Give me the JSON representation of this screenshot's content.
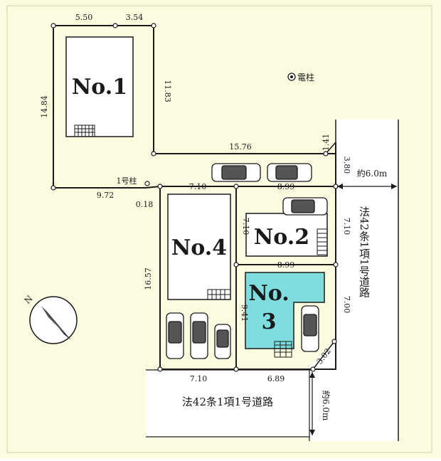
{
  "colors": {
    "background": "#fbfbe0",
    "line": "#1a1a1a",
    "house_fill": "#ffffff",
    "highlight_fill": "#7fdde0",
    "road_fill": "#ffffff"
  },
  "houses": [
    {
      "id": "no1",
      "label": "No.1",
      "highlighted": false
    },
    {
      "id": "no2",
      "label": "No.2",
      "highlighted": false
    },
    {
      "id": "no3",
      "label_line1": "No.",
      "label_line2": "3",
      "highlighted": true
    },
    {
      "id": "no4",
      "label": "No.4",
      "highlighted": false
    }
  ],
  "dimensions": {
    "top_a": "5.50",
    "top_b": "3.54",
    "left_no1": "14.84",
    "right_no1": "11.83",
    "mid_top": "15.76",
    "corner_top": "1.41",
    "corner_right": "3.80",
    "bottom_left": "9.72",
    "offset": "0.18",
    "no4_top": "7.10",
    "no2_top": "8.99",
    "no2_left": "7.10",
    "no2_right": "7.10",
    "no3_top": "8.99",
    "no3_left": "9.41",
    "no3_right": "7.00",
    "corner_bottom": "3.02",
    "no4_left": "16.57",
    "bottom_no4": "7.10",
    "bottom_no3": "6.89"
  },
  "legend": {
    "pole_icon": "circled-dot-icon",
    "pole_label": "電柱",
    "pole_marker_label": "1号柱"
  },
  "roads": {
    "east_width": "約6.0m",
    "south_width": "約6.0m",
    "east_type": "法42条1項1号道路",
    "south_type": "法42条1項1号道路"
  },
  "compass": {
    "icon": "north-arrow-icon",
    "label": "N"
  }
}
